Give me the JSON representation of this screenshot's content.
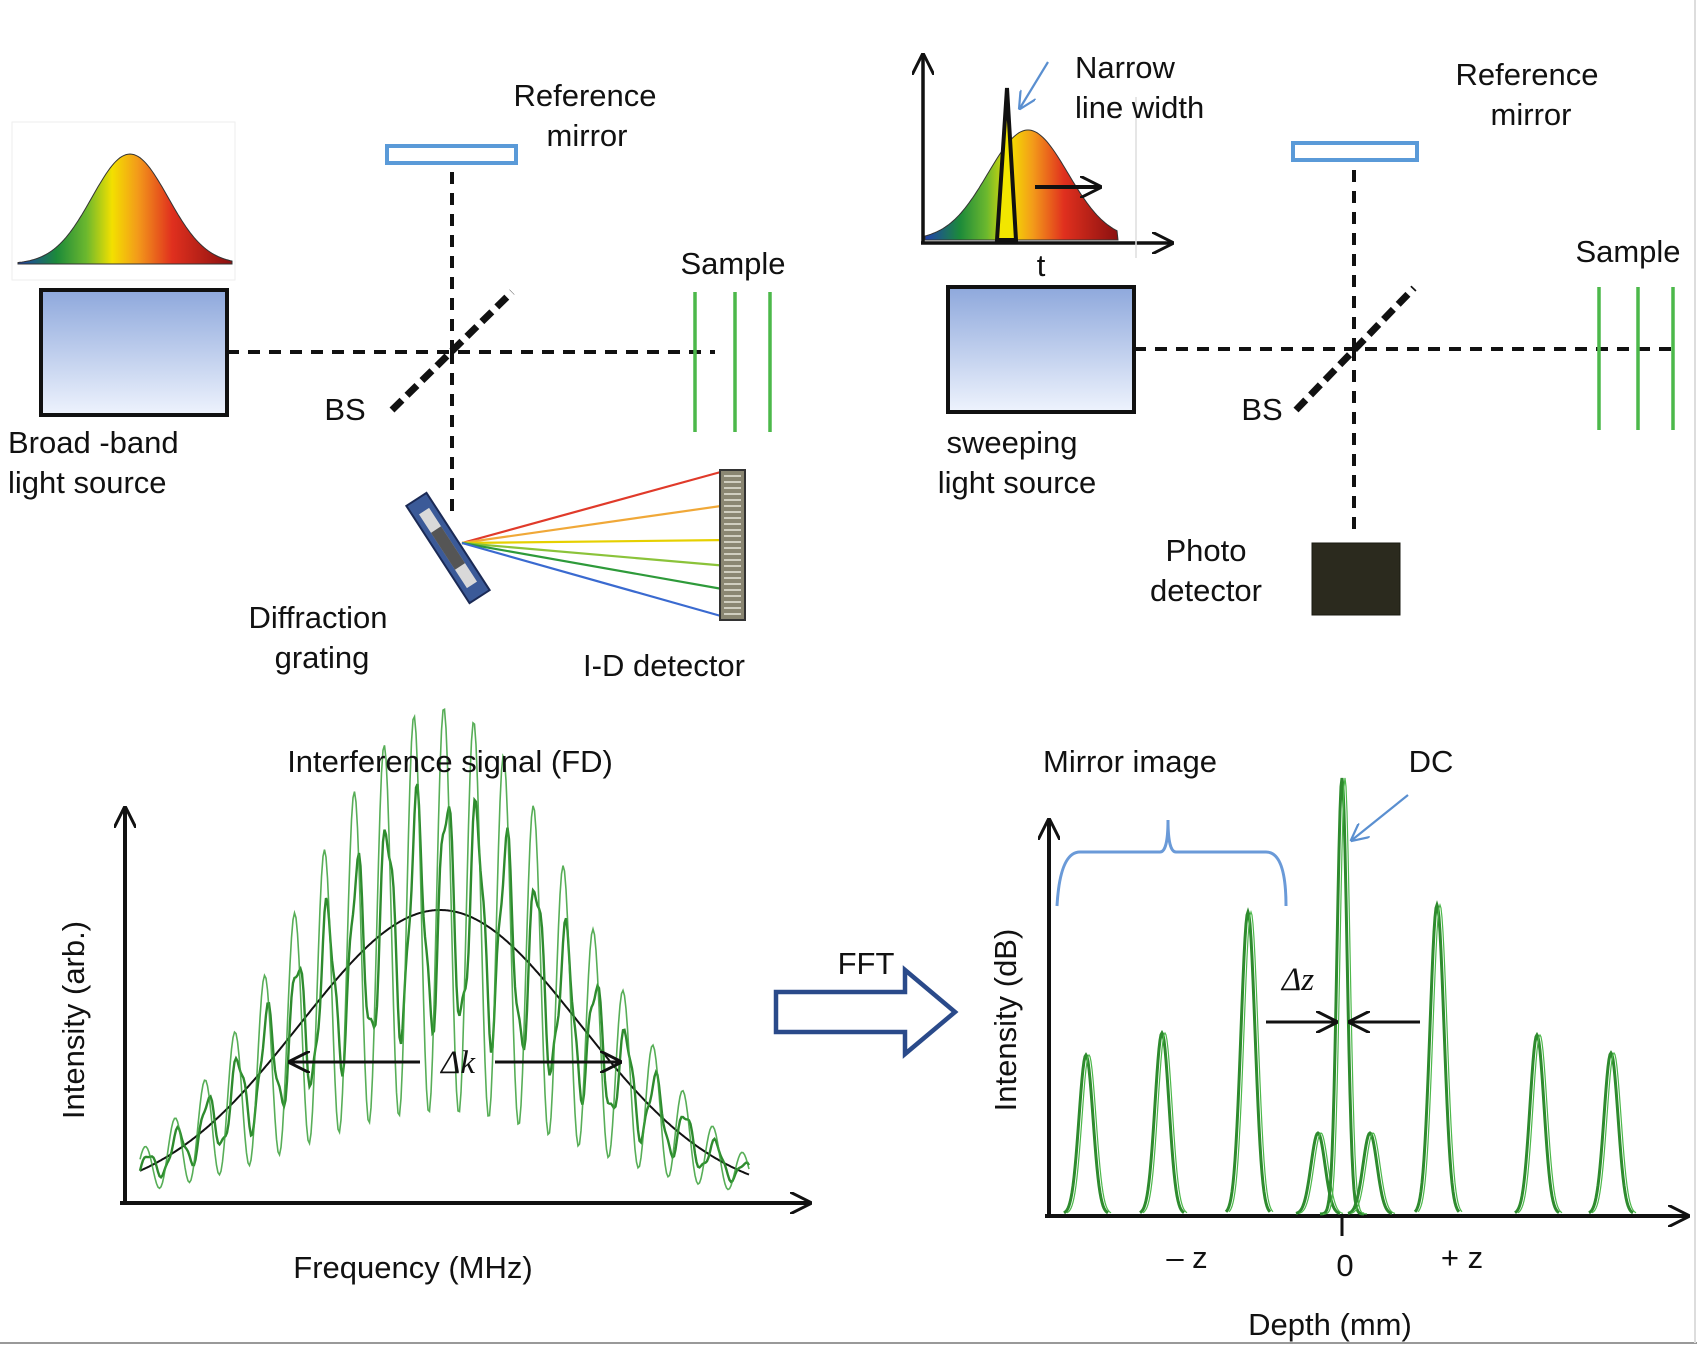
{
  "td_oct": {
    "reference_mirror": [
      "Reference",
      "mirror"
    ],
    "sample": "Sample",
    "bs": "BS",
    "source": [
      "Broad -band",
      "light source"
    ],
    "grating": [
      "Diffraction",
      "grating"
    ],
    "detector": "I-D detector"
  },
  "ss_oct": {
    "narrow": [
      "Narrow",
      "line width"
    ],
    "t_axis": "t",
    "reference_mirror": [
      "Reference",
      "mirror"
    ],
    "sample": "Sample",
    "bs": "BS",
    "source": [
      "sweeping",
      "light source"
    ],
    "photodetector": [
      "Photo",
      "detector"
    ]
  },
  "fd_plot": {
    "title": "Interference signal (FD)",
    "ylabel": "Intensity  (arb.)",
    "xlabel": "Frequency (MHz)",
    "delta_k": "Δk"
  },
  "fft": {
    "label": "FFT"
  },
  "depth_plot": {
    "mirror_label": "Mirror image",
    "dc_label": "DC",
    "delta_z": "Δz",
    "ylabel": "Intensity  (dB)",
    "xlabel": "Depth (mm)",
    "tick_neg": "– z",
    "tick_zero": "0",
    "tick_pos": "+ z"
  },
  "colors": {
    "mirror": "#4a90d0",
    "sample": "#3cb04a",
    "signal_green": "#2e8b2e",
    "box_fill_top": "#9ab0e0",
    "box_fill_bottom": "#e6eefc",
    "arrow_blue": "#2a4a8a",
    "detector_dark": "#2b2a1e"
  }
}
